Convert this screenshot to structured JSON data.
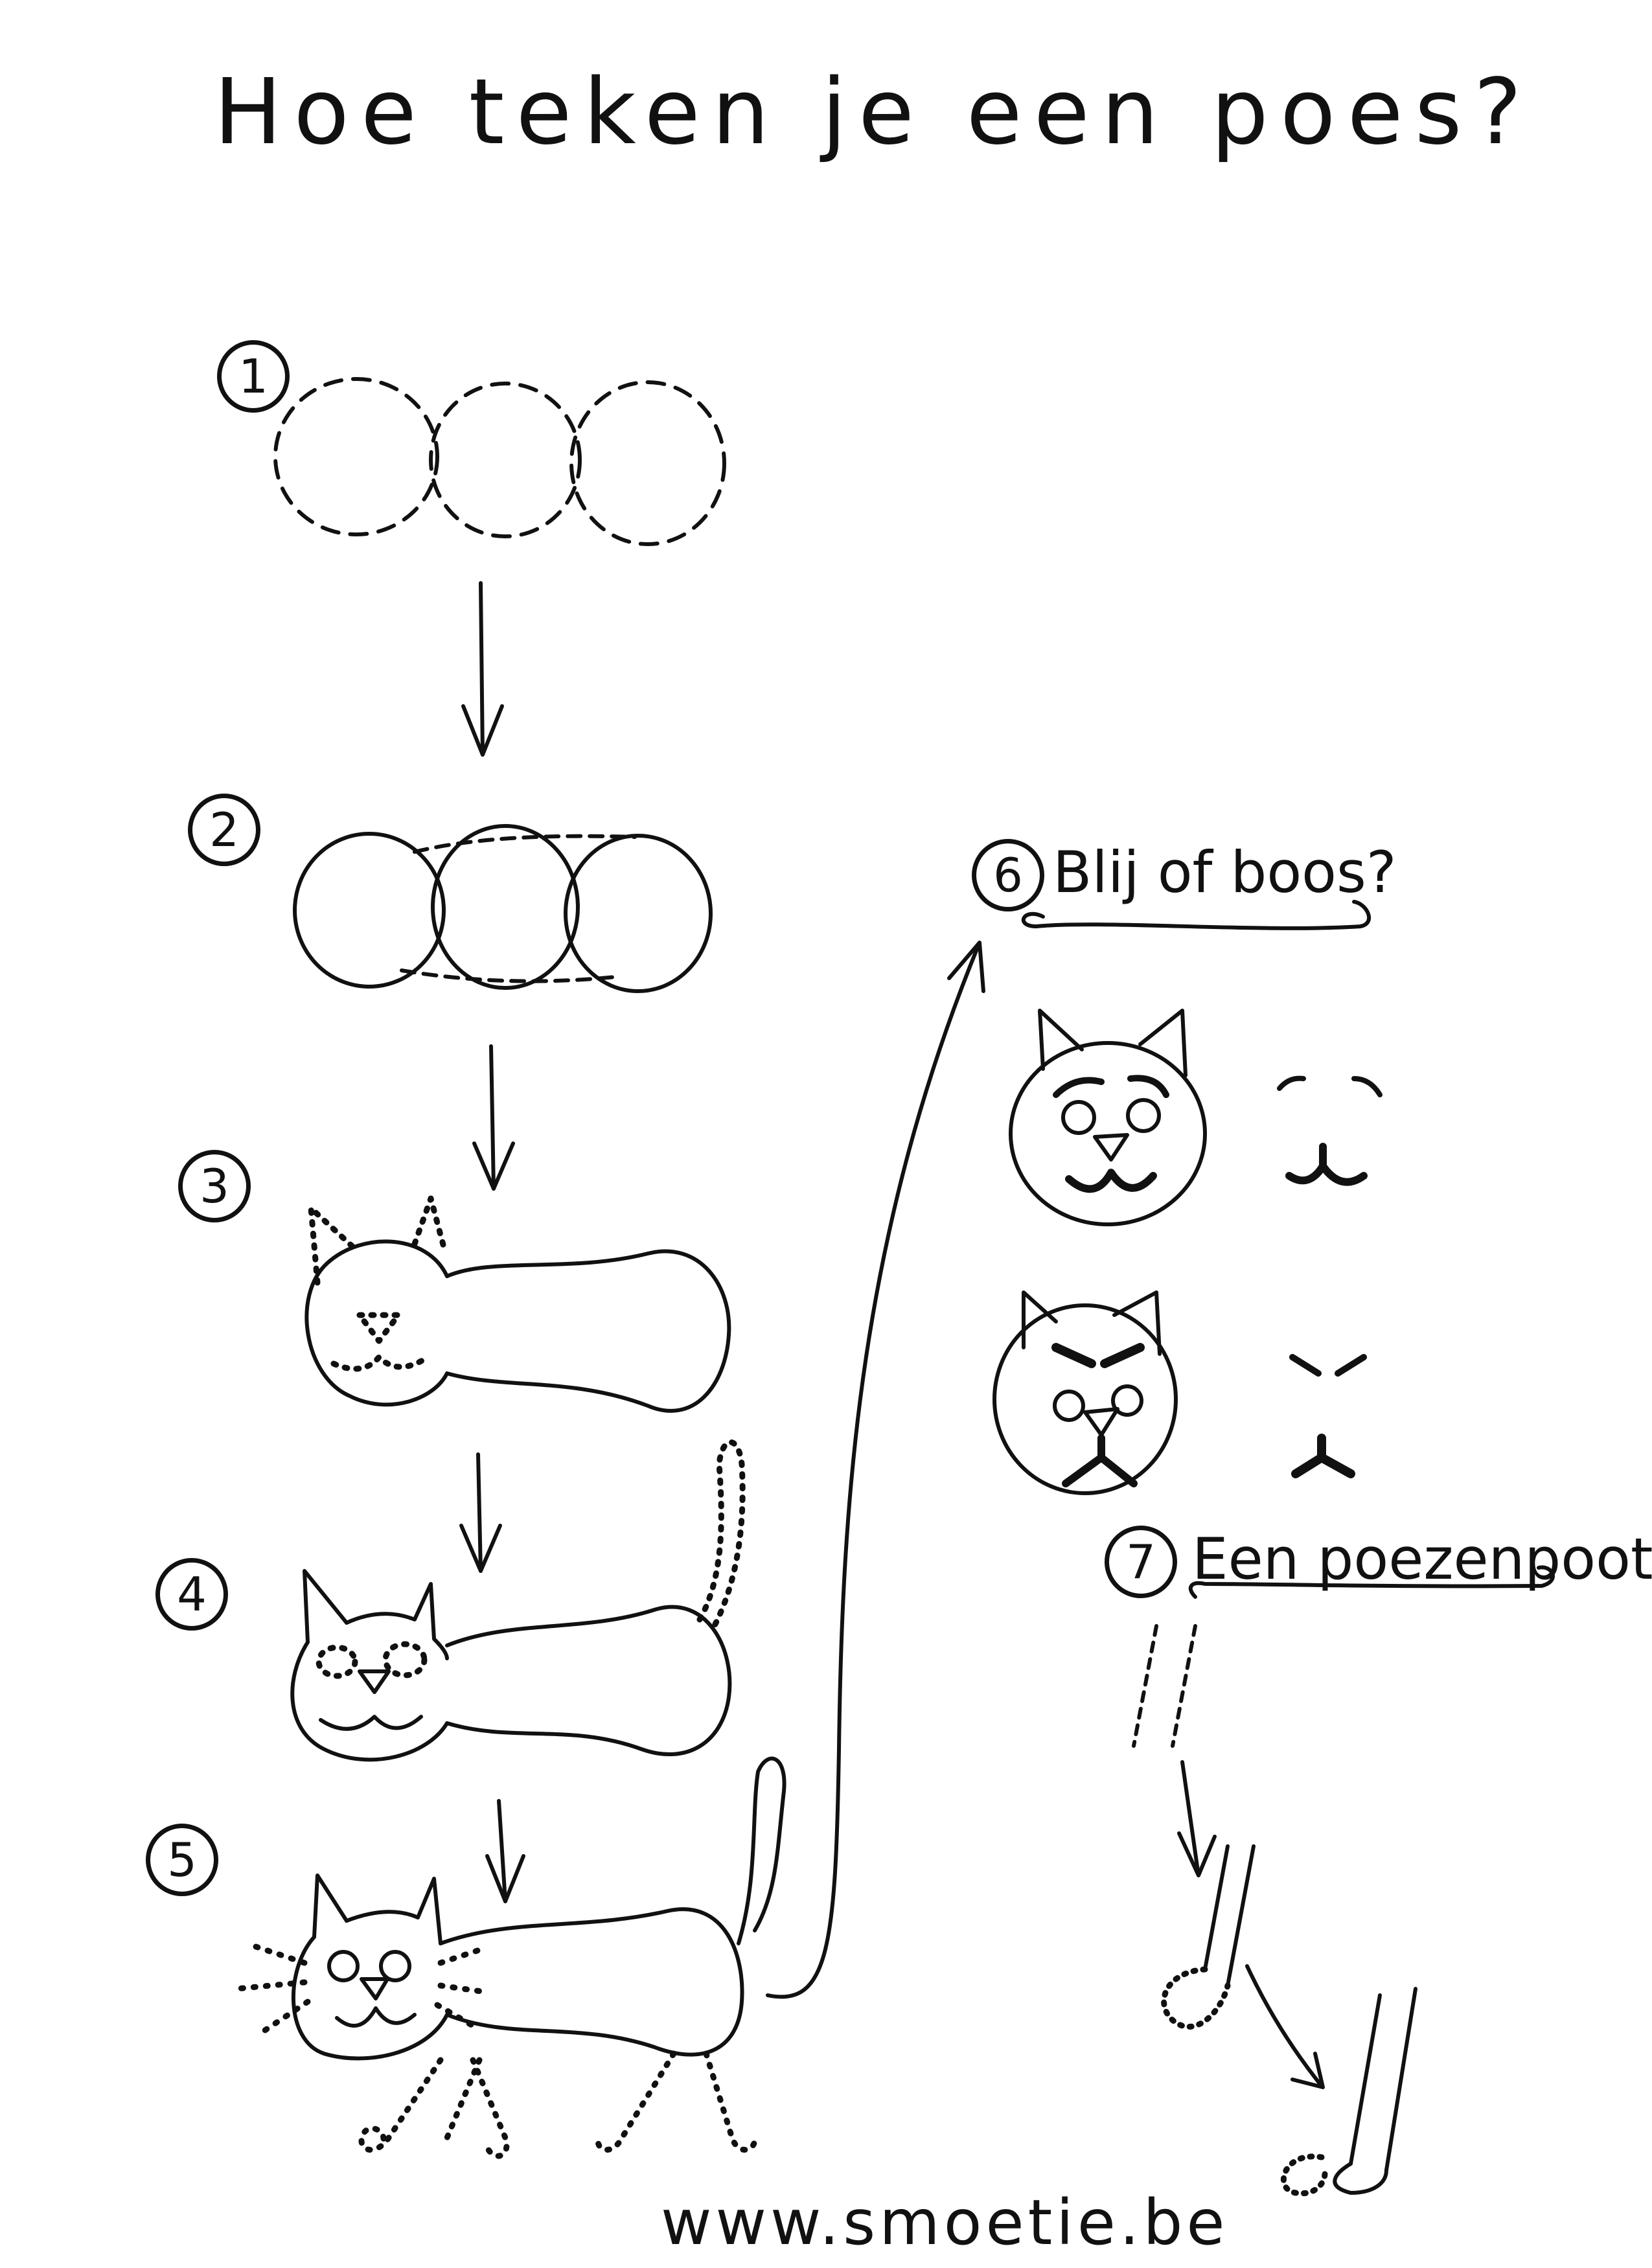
{
  "title": "Hoe teken je een poes?",
  "steps": [
    {
      "number": "1"
    },
    {
      "number": "2"
    },
    {
      "number": "3"
    },
    {
      "number": "4"
    },
    {
      "number": "5"
    },
    {
      "number": "6",
      "label": "Blij of boos?"
    },
    {
      "number": "7",
      "label": "Een poezenpoot"
    }
  ],
  "footer": "www.smoetie.be"
}
